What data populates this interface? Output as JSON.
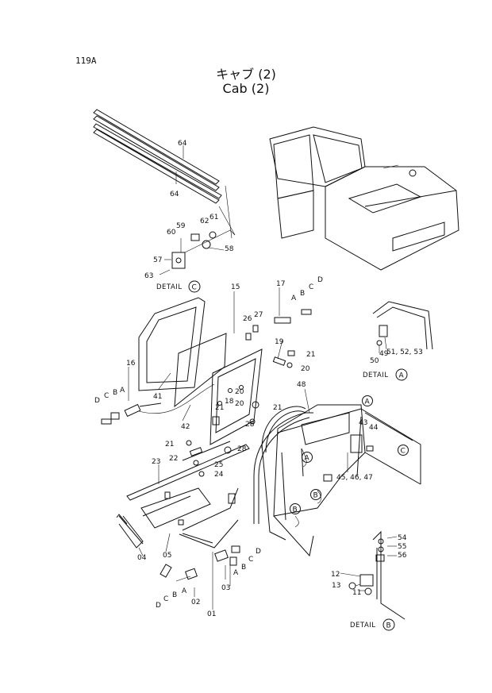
{
  "page_id": "119A",
  "title_jp": "キャブ (2)",
  "title_en": "Cab (2)",
  "details": {
    "C": {
      "text": "DETAIL",
      "letter": "C"
    },
    "A": {
      "text": "DETAIL",
      "letter": "A"
    },
    "B": {
      "text": "DETAIL",
      "letter": "B"
    }
  },
  "callouts": {
    "c64a": "64",
    "c64b": "64",
    "c59": "59",
    "c60": "60",
    "c62": "62",
    "c61": "61",
    "c58": "58",
    "c57": "57",
    "c63": "63",
    "c15": "15",
    "c17": "17",
    "c26": "26",
    "c27": "27",
    "c19": "19",
    "c21a": "21",
    "c20a": "20",
    "c16": "16",
    "c41": "41",
    "c42": "42",
    "c18": "18",
    "c20b": "20",
    "c21b": "21",
    "c20c": "20",
    "c21c": "21",
    "c28a": "28",
    "c21d": "21",
    "c22": "22",
    "c28b": "28",
    "c23": "23",
    "c25": "25",
    "c24": "24",
    "c48": "48",
    "c43": "43",
    "c44": "44",
    "c454647": "45, 46, 47",
    "c49": "49",
    "c50": "50",
    "c515253": "51, 52, 53",
    "c04": "04",
    "c05": "05",
    "c01": "01",
    "c02": "02",
    "c03": "03",
    "c54": "54",
    "c55": "55",
    "c56": "56",
    "c12": "12",
    "c13": "13",
    "c11": "11"
  },
  "letters": {
    "ltA1": "A",
    "ltB1": "B",
    "ltC1": "C",
    "ltD1": "D",
    "ltA2": "A",
    "ltB2": "B",
    "ltC2": "C",
    "ltD2": "D",
    "ltA3": "A",
    "ltB3": "B",
    "ltC3": "C",
    "ltD3": "D",
    "ltA4": "A",
    "ltB4": "B",
    "ltC4": "C",
    "ltD4": "D"
  },
  "circle_refs": {
    "rA1": "A",
    "rB1": "B",
    "rC1": "C",
    "rA2": "A",
    "rB2": "B",
    "rB3": "B"
  }
}
